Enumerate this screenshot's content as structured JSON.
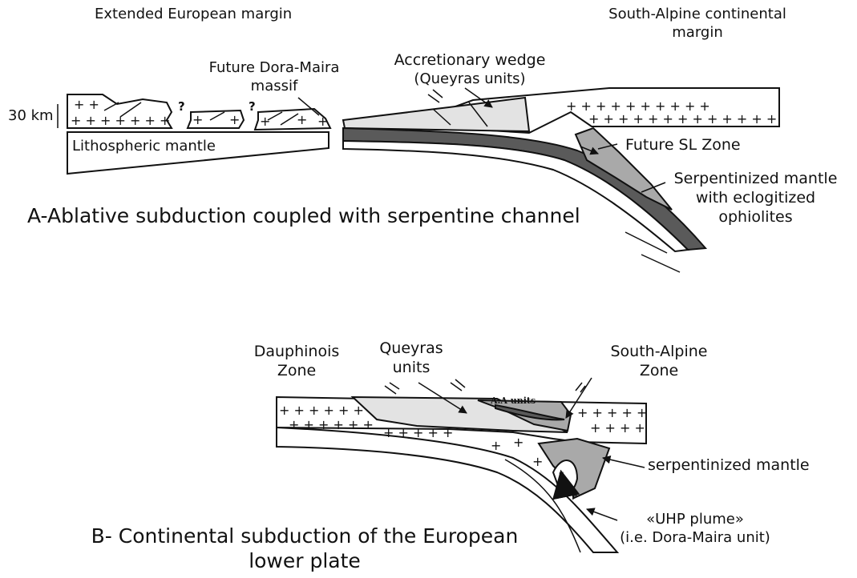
{
  "panel_a": {
    "label_extended_margin": "Extended European margin",
    "label_south_alpine_margin_l1": "South-Alpine continental",
    "label_south_alpine_margin_l2": "margin",
    "label_dora_maira_l1": "Future Dora-Maira",
    "label_dora_maira_l2": "massif",
    "label_wedge_l1": "Accretionary wedge",
    "label_wedge_l2": "(Queyras units)",
    "label_scale": "30 km",
    "label_mantle": "Lithospheric mantle",
    "label_sl_zone": "Future SL Zone",
    "label_serp_l1": "Serpentinized mantle",
    "label_serp_l2": "with eclogitized",
    "label_serp_l3": "ophiolites",
    "caption": "A-Ablative subduction coupled with serpentine channel",
    "question_mark": "?"
  },
  "panel_b": {
    "label_dauphinois_l1": "Dauphinois",
    "label_dauphinois_l2": "Zone",
    "label_queyras_l1": "Queyras",
    "label_queyras_l2": "units",
    "label_south_alpine_l1": "South-Alpine",
    "label_south_alpine_l2": "Zone",
    "label_aa_units": "A.A units",
    "label_serp_mantle": "serpentinized mantle",
    "label_uhp_l1": "«UHP plume»",
    "label_uhp_l2": "(i.e. Dora-Maira unit)",
    "caption_l1": "B- Continental subduction of the European",
    "caption_l2": "lower plate"
  },
  "colors": {
    "line": "#111111",
    "light_gray_fill": "#e3e3e3",
    "mid_gray_fill": "#a9a9a9",
    "dark_gray_fill": "#5a5a5a"
  }
}
